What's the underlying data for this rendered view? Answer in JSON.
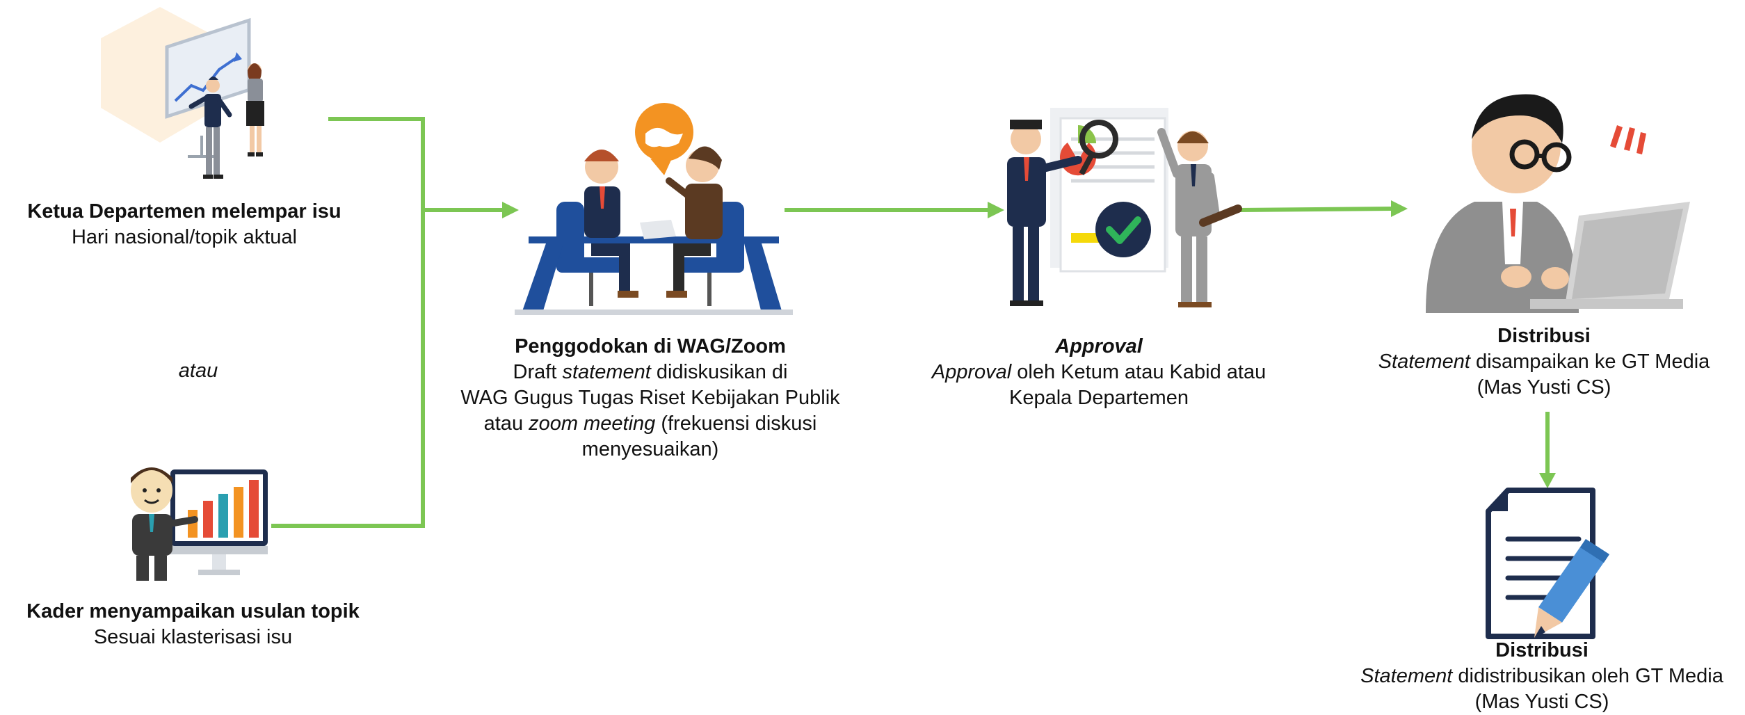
{
  "colors": {
    "connector": "#7cc653",
    "dark_blue": "#1e2d4d",
    "chair_blue": "#1f4f9c",
    "orange": "#f39322",
    "red": "#e54b37",
    "gray_suit": "#9a9a9a",
    "skin": "#f2c9a5",
    "hair": "#3a2a20",
    "doc_blue": "#4a8fd6",
    "check_green": "#2fb45a"
  },
  "icons": {
    "n1": "presentation-chart-icon",
    "n2": "boardroom-chart-icon",
    "n3": "handshake-meeting-icon",
    "n4": "approval-magnifier-icon",
    "n5": "laptop-worker-icon",
    "n6": "document-pen-icon"
  },
  "nodes": {
    "n1": {
      "title": "Ketua Departemen melempar isu",
      "line1": "Hari nasional/topik aktual"
    },
    "or": {
      "text": "atau"
    },
    "n2": {
      "title": "Kader menyampaikan usulan topik",
      "line1": "Sesuai klasterisasi isu"
    },
    "n3": {
      "title": "Penggodokan di WAG/Zoom",
      "l1a": "Draft ",
      "l1b": "statement",
      "l1c": " didiskusikan di",
      "l2": "WAG Gugus Tugas Riset Kebijakan Publik",
      "l3a": "atau ",
      "l3b": "zoom meeting",
      "l3c": " (frekuensi diskusi",
      "l4": "menyesuaikan)"
    },
    "n4": {
      "title": "Approval",
      "l1a": "Approval",
      "l1b": " oleh Ketum atau Kabid atau",
      "l2": "Kepala Departemen"
    },
    "n5": {
      "title": "Distribusi",
      "l1a": "Statement",
      "l1b": " disampaikan ke GT Media",
      "l2": "(Mas Yusti CS)"
    },
    "n6": {
      "title": "Distribusi",
      "l1a": "Statement",
      "l1b": " didistribusikan oleh GT Media",
      "l2": "(Mas Yusti CS)"
    }
  }
}
